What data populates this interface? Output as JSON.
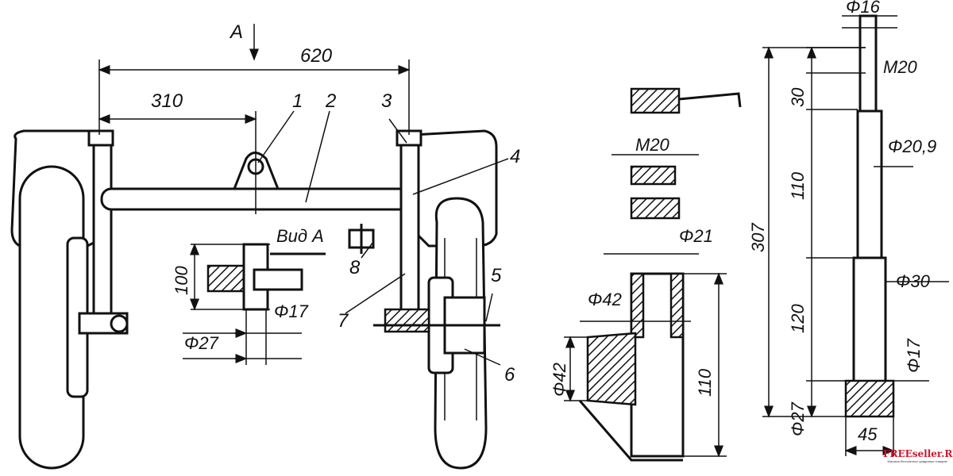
{
  "drawing": {
    "view_arrow": "A",
    "dims": {
      "overall_width": "620",
      "half_width": "310",
      "height_100": "100",
      "dia_17_view": "Φ17",
      "dia_27_view": "Φ27",
      "view_label": "Вид А",
      "m20_nut": "M20",
      "dia_21": "Φ21",
      "dia_42_top": "Φ42",
      "dia_42_side": "Φ42",
      "height_110_sleeve": "110",
      "dia_16": "Φ16",
      "m20_pin": "M20",
      "len_30": "30",
      "dia_20_9": "Φ20,9",
      "len_110": "110",
      "len_307": "307",
      "dia_30": "Φ30",
      "len_120": "120",
      "dia_17_pin": "Φ17",
      "dia_27_pin": "Φ27",
      "len_45": "45"
    },
    "callouts": [
      "1",
      "2",
      "3",
      "4",
      "5",
      "6",
      "7",
      "8"
    ]
  },
  "watermark": {
    "brand": "FREEseller.RU",
    "tagline": "Магазин бесплатных цифровых товаров"
  }
}
